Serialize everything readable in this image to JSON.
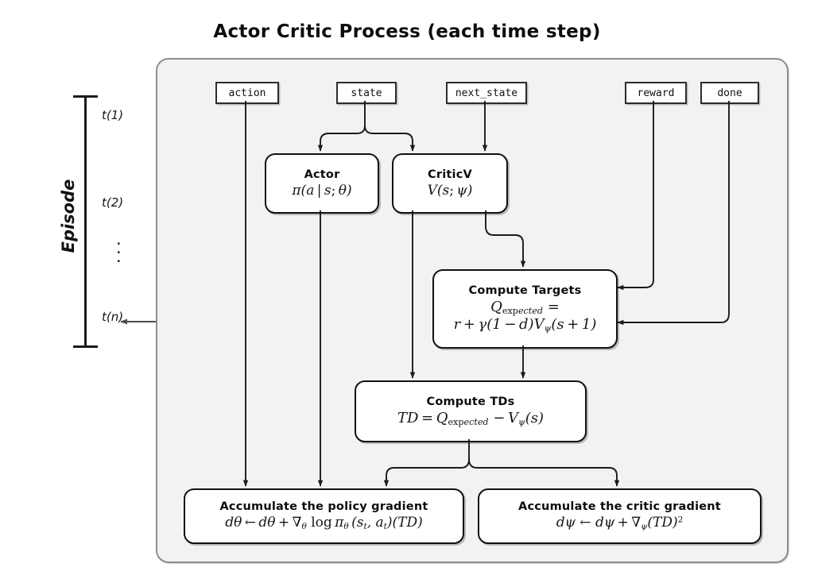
{
  "title": "Actor Critic Process (each time step)",
  "episode_axis": {
    "label": "Episode",
    "ticks": [
      "t(1)",
      "t(2)",
      "t(n)"
    ],
    "ellipsis": "⋮"
  },
  "inputs": [
    {
      "name": "action",
      "label": "action"
    },
    {
      "name": "state",
      "label": "state"
    },
    {
      "name": "next_state",
      "label": "next_state"
    },
    {
      "name": "reward",
      "label": "reward"
    },
    {
      "name": "done",
      "label": "done"
    }
  ],
  "nodes": {
    "actor": {
      "heading": "Actor",
      "formula": "π(a | s; θ)"
    },
    "criticv": {
      "heading": "CriticV",
      "formula": "V(s; ψ)"
    },
    "targets": {
      "heading": "Compute Targets",
      "formula_line1": "Q_expected =",
      "formula_line2": "r + γ(1 − d)V_ψ(s + 1)"
    },
    "tds": {
      "heading": "Compute TDs",
      "formula": "TD = Q_expected − V_ψ(s)"
    },
    "policy_grad": {
      "heading": "Accumulate the policy gradient",
      "formula": "dθ ← dθ + ∇_θ log π_θ (s_t, a_t)(TD)"
    },
    "critic_grad": {
      "heading": "Accumulate the critic gradient",
      "formula": "dψ ← dψ + ∇_ψ(TD)²"
    }
  },
  "colors": {
    "panel_fill": "#f2f2f2",
    "panel_border": "#8e8e8e",
    "node_border": "#111111",
    "wire": "#1a1a1a",
    "episode_arrow": "#4d4d4d"
  }
}
